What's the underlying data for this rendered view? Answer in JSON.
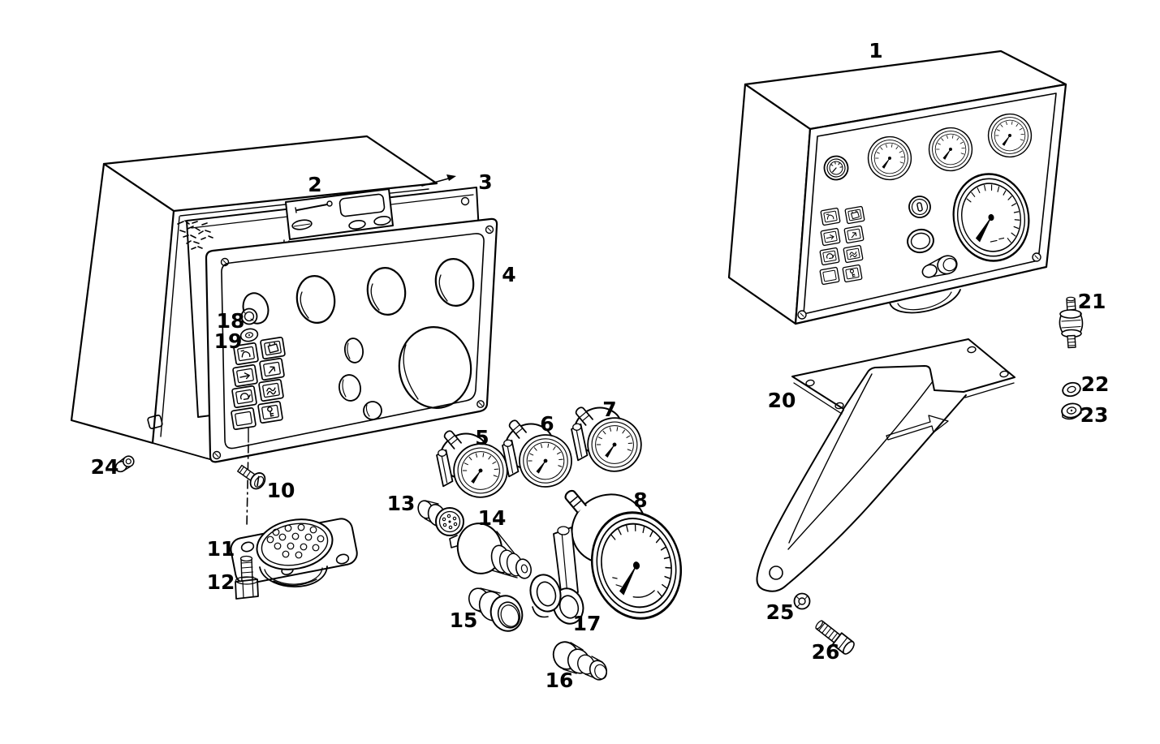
{
  "figure": {
    "type": "exploded-parts-diagram",
    "background_color": "#ffffff",
    "line_color": "#000000"
  },
  "callouts": {
    "p1": "1",
    "p2": "2",
    "p3": "3",
    "p4": "4",
    "p5": "5",
    "p6": "6",
    "p7": "7",
    "p8": "8",
    "p10": "10",
    "p11": "11",
    "p12": "12",
    "p13": "13",
    "p14": "14",
    "p15": "15",
    "p16": "16",
    "p17": "17",
    "p18": "18",
    "p19": "19",
    "p20": "20",
    "p21": "21",
    "p22": "22",
    "p23": "23",
    "p24": "24",
    "p25": "25",
    "p26": "26"
  }
}
